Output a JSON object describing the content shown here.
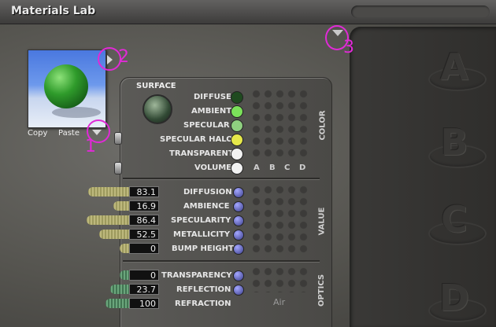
{
  "app": {
    "title": "Materials Lab"
  },
  "preview": {
    "copy_label": "Copy",
    "paste_label": "Paste"
  },
  "annotations": [
    "2",
    "1",
    "3"
  ],
  "surface": {
    "label": "SURFACE",
    "section_label": "COLOR",
    "rows": [
      {
        "label": "DIFFUSE",
        "color": "#1f4a1f"
      },
      {
        "label": "AMBIENT",
        "color": "#7be05a"
      },
      {
        "label": "SPECULAR",
        "color": "#8fcf80"
      },
      {
        "label": "SPECULAR HALO",
        "color": "#e6e84a"
      },
      {
        "label": "TRANSPARENT",
        "color": "#f2f2f2"
      },
      {
        "label": "VOLUME",
        "color": "#f2f2f2"
      }
    ],
    "columns": [
      "A",
      "B",
      "C",
      "D"
    ]
  },
  "value": {
    "section_label": "VALUE",
    "rows": [
      {
        "label": "DIFFUSION",
        "value": "83.1"
      },
      {
        "label": "AMBIENCE",
        "value": "16.9"
      },
      {
        "label": "SPECULARITY",
        "value": "86.4"
      },
      {
        "label": "METALLICITY",
        "value": "52.5"
      },
      {
        "label": "BUMP HEIGHT",
        "value": "0"
      }
    ]
  },
  "optics": {
    "section_label": "OPTICS",
    "rows": [
      {
        "label": "TRANSPARENCY",
        "value": "0"
      },
      {
        "label": "REFLECTION",
        "value": "23.7"
      },
      {
        "label": "REFRACTION",
        "value": "100"
      }
    ],
    "refraction_preset": "Air"
  },
  "shelf": {
    "slots": [
      "A",
      "B",
      "C",
      "D"
    ]
  }
}
